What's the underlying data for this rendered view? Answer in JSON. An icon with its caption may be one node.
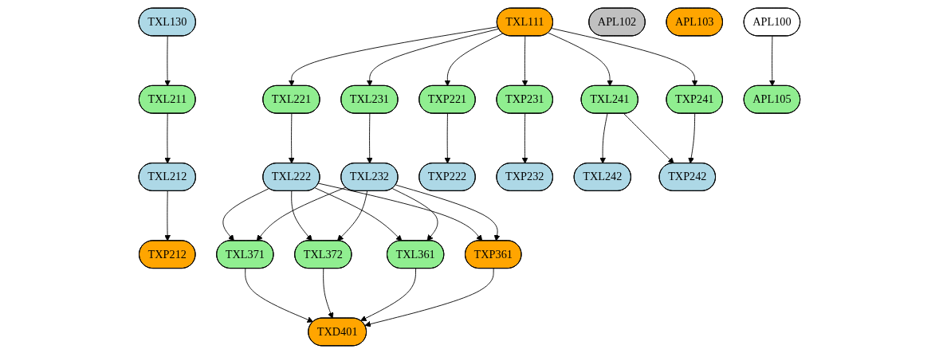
{
  "diagram": {
    "nodes": [
      {
        "text": [
          "TXL130"
        ]
      },
      {
        "text": [
          "TXL111"
        ]
      },
      {
        "text": [
          "APL102"
        ]
      },
      {
        "text": [
          "APL103"
        ]
      },
      {
        "text": [
          "APL100"
        ]
      },
      {
        "text": [
          "TXL211"
        ]
      },
      {
        "text": [
          "TXL221"
        ]
      },
      {
        "text": [
          "TXL231"
        ]
      },
      {
        "text": [
          "TXP221"
        ]
      },
      {
        "text": [
          "TXP231"
        ]
      },
      {
        "text": [
          "TXL241"
        ]
      },
      {
        "text": [
          "TXP241"
        ]
      },
      {
        "text": [
          "APL105"
        ]
      },
      {
        "text": [
          "TXL212"
        ]
      },
      {
        "text": [
          "TXL222"
        ]
      },
      {
        "text": [
          "TXL232"
        ]
      },
      {
        "text": [
          "TXP222"
        ]
      },
      {
        "text": [
          "TXP232"
        ]
      },
      {
        "text": [
          "TXL242"
        ]
      },
      {
        "text": [
          "TXP242"
        ]
      },
      {
        "text": [
          "TXP212"
        ]
      },
      {
        "text": [
          "TXL371"
        ]
      },
      {
        "text": [
          "TXL372"
        ]
      },
      {
        "text": [
          "TXL361"
        ]
      },
      {
        "text": [
          "TXP361"
        ]
      },
      {
        "text": [
          "TXD401"
        ]
      }
    ],
    "edges": [
      {
        "from": 0,
        "to": 5,
        "arrow": "to"
      },
      {
        "from": 5,
        "to": 13,
        "arrow": "to"
      },
      {
        "from": 13,
        "to": 20,
        "arrow": "to"
      },
      {
        "from": 1,
        "to": 6,
        "arrow": "to"
      },
      {
        "from": 1,
        "to": 7,
        "arrow": "to"
      },
      {
        "from": 1,
        "to": 8,
        "arrow": "to"
      },
      {
        "from": 1,
        "to": 9,
        "arrow": "to"
      },
      {
        "from": 1,
        "to": 10,
        "arrow": "to"
      },
      {
        "from": 1,
        "to": 11,
        "arrow": "to"
      },
      {
        "from": 4,
        "to": 12,
        "arrow": "to"
      },
      {
        "from": 6,
        "to": 14,
        "arrow": "to"
      },
      {
        "from": 7,
        "to": 15,
        "arrow": "to"
      },
      {
        "from": 8,
        "to": 16,
        "arrow": "to"
      },
      {
        "from": 9,
        "to": 17,
        "arrow": "to"
      },
      {
        "from": 10,
        "to": 18,
        "arrow": "to"
      },
      {
        "from": 10,
        "to": 19,
        "arrow": "to"
      },
      {
        "from": 11,
        "to": 19,
        "arrow": "to"
      },
      {
        "from": 14,
        "to": 21,
        "arrow": "to"
      },
      {
        "from": 14,
        "to": 22,
        "arrow": "to"
      },
      {
        "from": 14,
        "to": 23,
        "arrow": "to"
      },
      {
        "from": 14,
        "to": 24,
        "arrow": "to"
      },
      {
        "from": 15,
        "to": 21,
        "arrow": "to"
      },
      {
        "from": 15,
        "to": 22,
        "arrow": "to"
      },
      {
        "from": 15,
        "to": 23,
        "arrow": "to"
      },
      {
        "from": 15,
        "to": 24,
        "arrow": "to"
      },
      {
        "from": 21,
        "to": 25,
        "arrow": "to"
      },
      {
        "from": 22,
        "to": 25,
        "arrow": "to"
      },
      {
        "from": 23,
        "to": 25,
        "arrow": "to"
      },
      {
        "from": 24,
        "to": 25,
        "arrow": "to"
      }
    ]
  }
}
